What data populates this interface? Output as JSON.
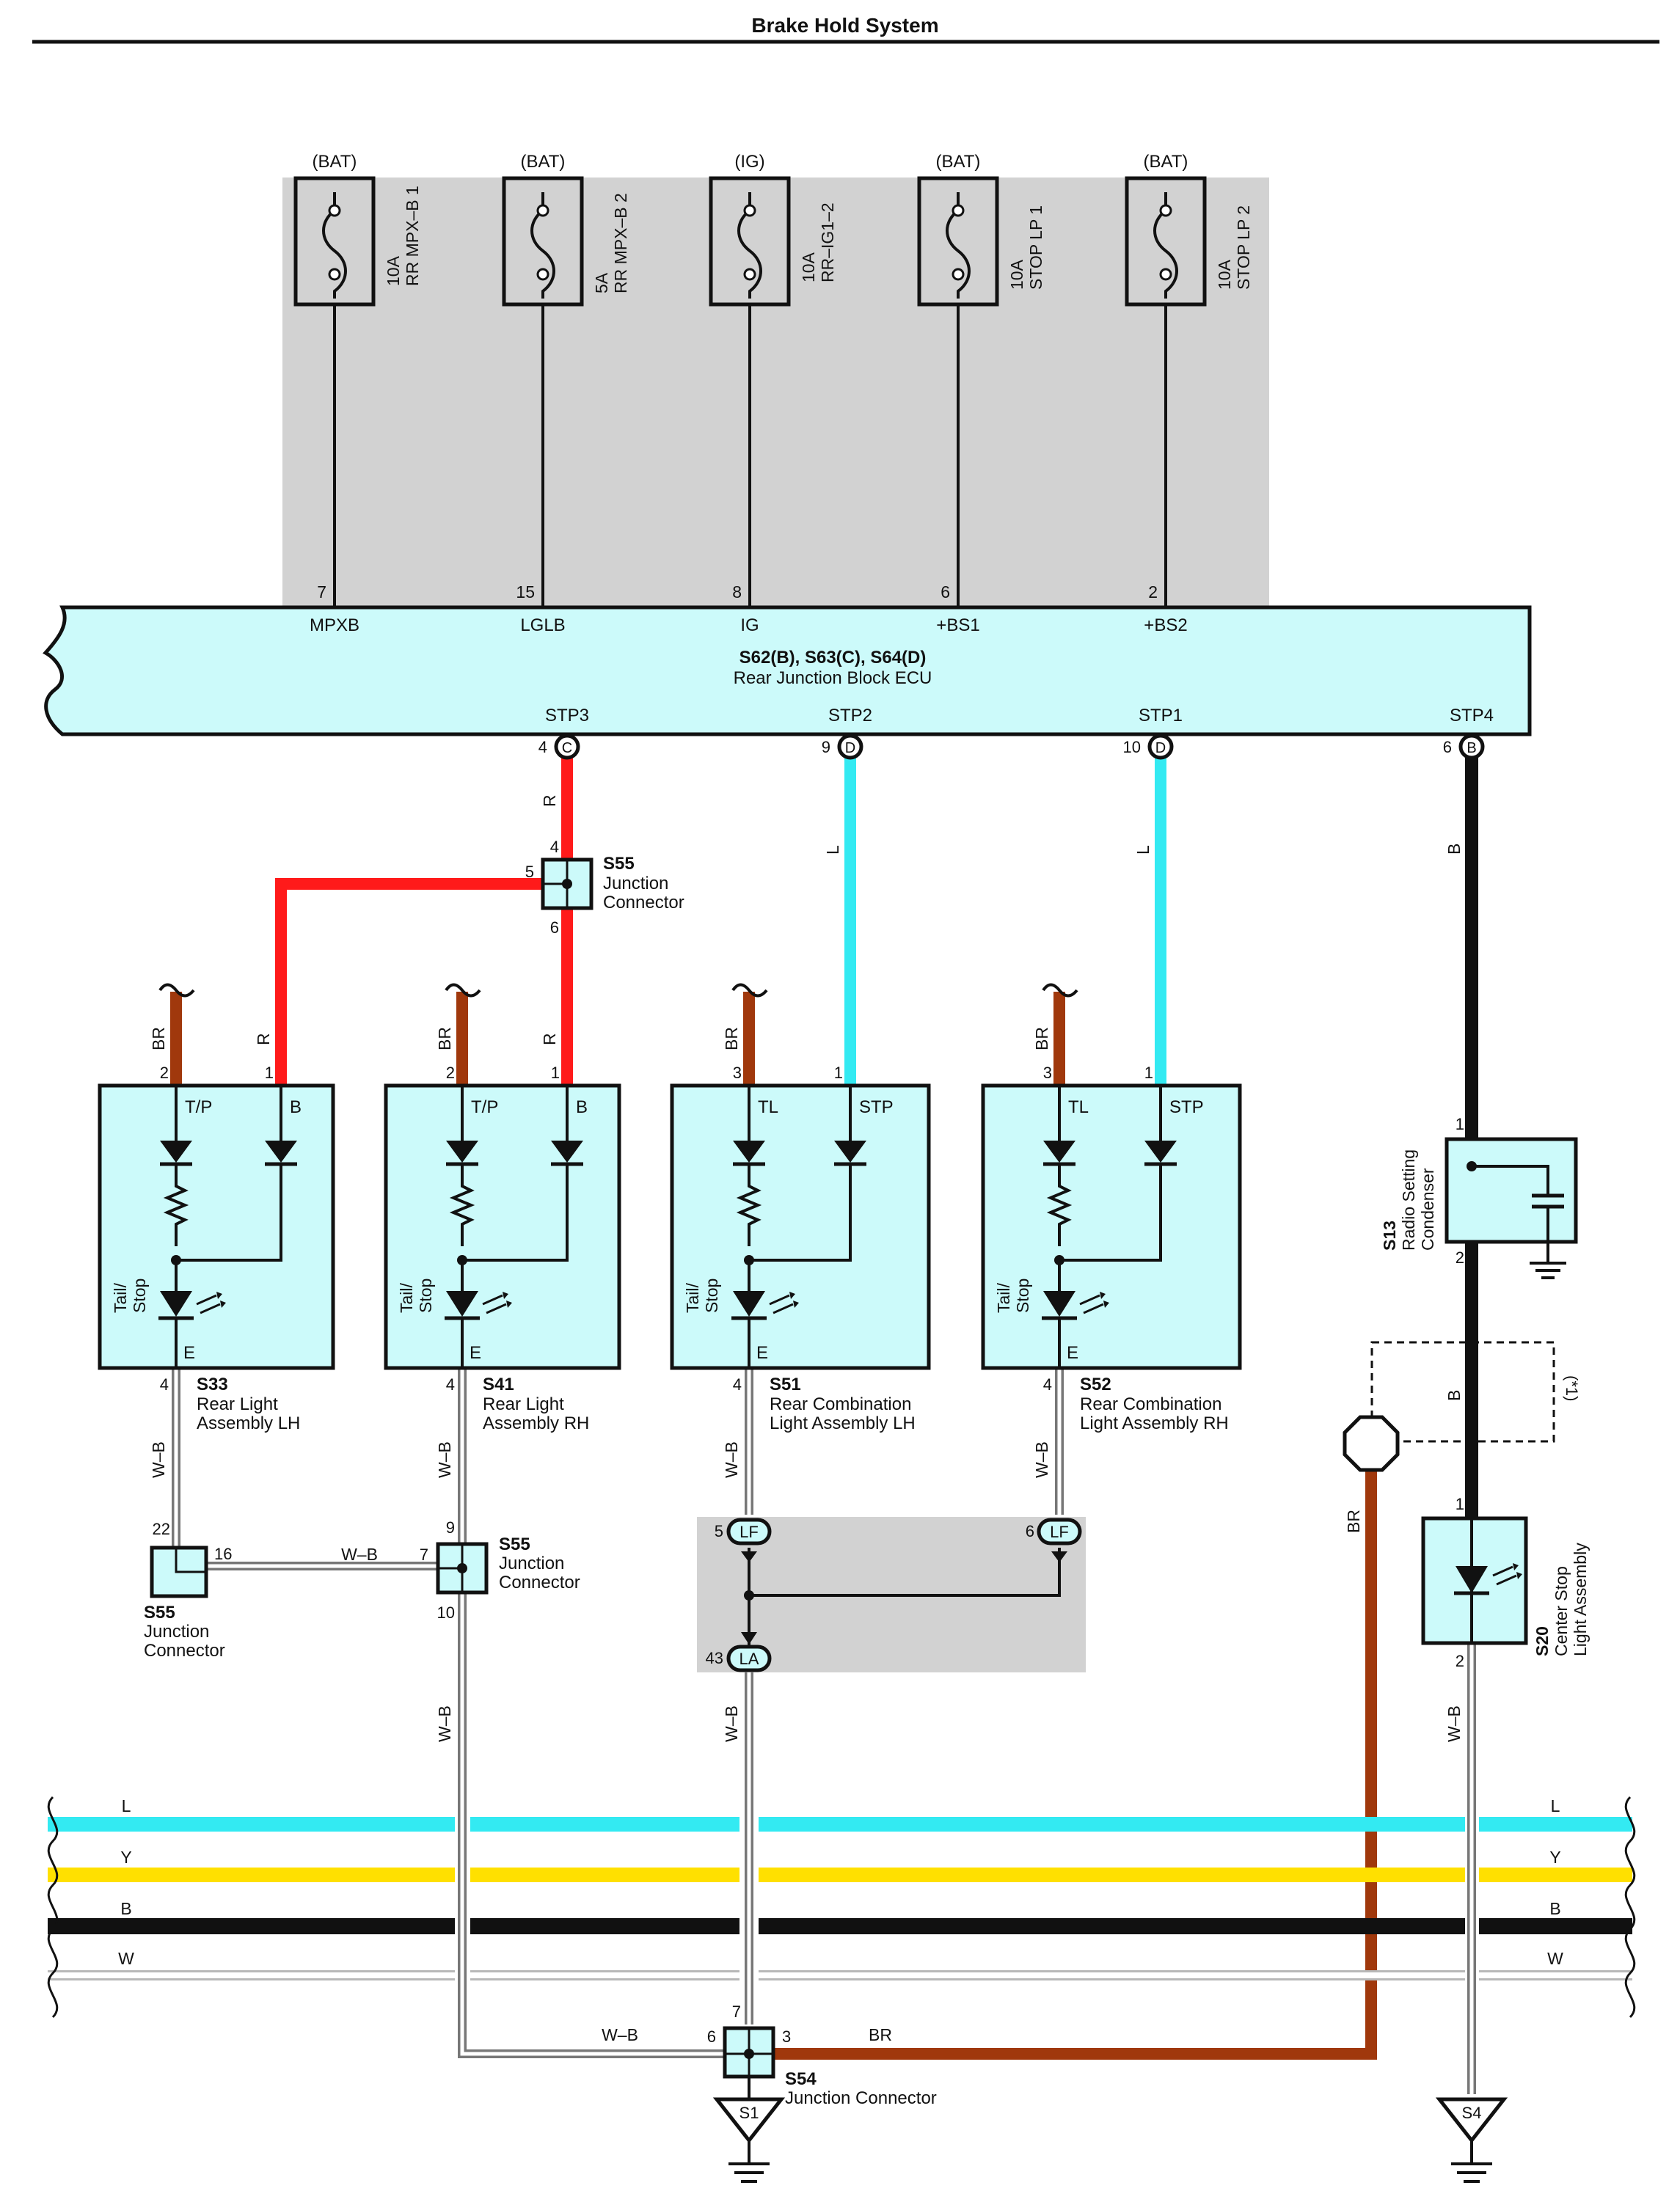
{
  "title": "Brake Hold System",
  "fuses": [
    {
      "supply": "(BAT)",
      "rating": "10A",
      "name": "RR MPX–B 1",
      "pin": "7",
      "terminal": "MPXB"
    },
    {
      "supply": "(BAT)",
      "rating": "5A",
      "name": "RR MPX–B 2",
      "pin": "15",
      "terminal": "LGLB"
    },
    {
      "supply": "(IG)",
      "rating": "10A",
      "name": "RR–IG1–2",
      "pin": "8",
      "terminal": "IG"
    },
    {
      "supply": "(BAT)",
      "rating": "10A",
      "name": "STOP LP 1",
      "pin": "6",
      "terminal": "+BS1"
    },
    {
      "supply": "(BAT)",
      "rating": "10A",
      "name": "STOP LP 2",
      "pin": "2",
      "terminal": "+BS2"
    }
  ],
  "ecu": {
    "code": "S62(B), S63(C), S64(D)",
    "name": "Rear Junction Block ECU",
    "outputs": [
      {
        "terminal": "STP3",
        "pin": "4",
        "connector": "C"
      },
      {
        "terminal": "STP2",
        "pin": "9",
        "connector": "D"
      },
      {
        "terminal": "STP1",
        "pin": "10",
        "connector": "D"
      },
      {
        "terminal": "STP4",
        "pin": "6",
        "connector": "B"
      }
    ]
  },
  "junction_s55_top": {
    "code": "S55",
    "line1": "Junction",
    "line2": "Connector",
    "pin_top": "4",
    "pin_left": "5",
    "pin_bottom": "6"
  },
  "lamps": [
    {
      "code": "S33",
      "line1": "Rear Light",
      "line2": "Assembly LH",
      "pin_br": "2",
      "pin_sig": "1",
      "term_left": "T/P",
      "term_right": "B",
      "term_e": "E",
      "pin_e": "4",
      "side1": "Tail/",
      "side2": "Stop"
    },
    {
      "code": "S41",
      "line1": "Rear Light",
      "line2": "Assembly RH",
      "pin_br": "2",
      "pin_sig": "1",
      "term_left": "T/P",
      "term_right": "B",
      "term_e": "E",
      "pin_e": "4",
      "side1": "Tail/",
      "side2": "Stop"
    },
    {
      "code": "S51",
      "line1": "Rear Combination",
      "line2": "Light Assembly LH",
      "pin_br": "3",
      "pin_sig": "1",
      "term_left": "TL",
      "term_right": "STP",
      "term_e": "E",
      "pin_e": "4",
      "side1": "Tail/",
      "side2": "Stop"
    },
    {
      "code": "S52",
      "line1": "Rear Combination",
      "line2": "Light Assembly RH",
      "pin_br": "3",
      "pin_sig": "1",
      "term_left": "TL",
      "term_right": "STP",
      "term_e": "E",
      "pin_e": "4",
      "side1": "Tail/",
      "side2": "Stop"
    }
  ],
  "s13": {
    "code": "S13",
    "line1": "Radio Setting",
    "line2": "Condenser",
    "pin1": "1",
    "pin2": "2"
  },
  "s20": {
    "code": "S20",
    "line1": "Center Stop",
    "line2": "Light Assembly",
    "pin1": "1",
    "pin2": "2"
  },
  "s55_left": {
    "code": "S55",
    "line1": "Junction",
    "line2": "Connector",
    "pin_top": "22",
    "pin_right": "16"
  },
  "s55_mid": {
    "code": "S55",
    "line1": "Junction",
    "line2": "Connector",
    "pin_top": "9",
    "pin_left": "7",
    "pin_bottom": "10"
  },
  "s54": {
    "code": "S54",
    "line1": "Junction Connector",
    "pin_top": "7",
    "pin_left": "6",
    "pin_right": "3"
  },
  "lf": {
    "pin_left": "5",
    "pin_right": "6",
    "label": "LF",
    "bottom_pin": "43",
    "bottom_label": "LA"
  },
  "grounds": {
    "g1": "S1",
    "g2": "S4"
  },
  "wire_colors": {
    "R": "R",
    "L": "L",
    "B": "B",
    "BR": "BR",
    "WB": "W–B",
    "Y": "Y",
    "W": "W"
  },
  "note": "(*1)",
  "colors": {
    "cyan_fill": "#ccfafa",
    "red": "#ff1a1a",
    "blue": "#33eaf2",
    "brown": "#a0380c",
    "yellow": "#ffe000",
    "black": "#111111",
    "gray": "#d0d0d0"
  }
}
